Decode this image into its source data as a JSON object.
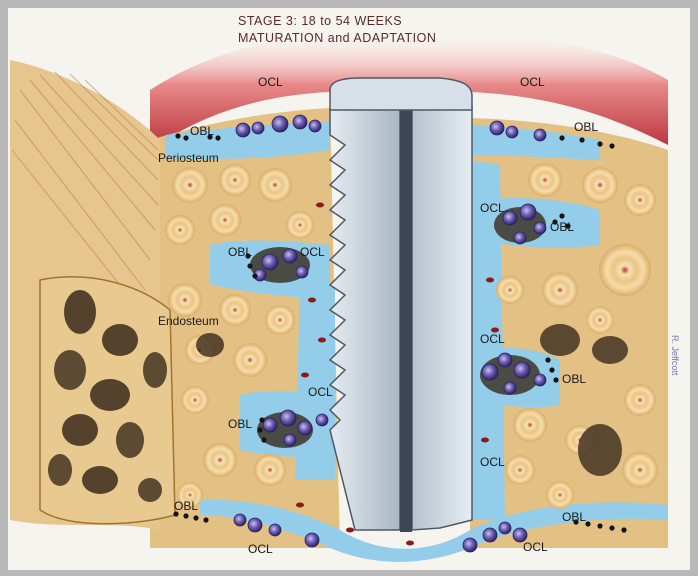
{
  "title": {
    "line1": "STAGE 3:  18 to 54 WEEKS",
    "line2": "MATURATION and ADAPTATION"
  },
  "labels": {
    "ocl_top_left": "OCL",
    "ocl_top_right": "OCL",
    "obl_top_left": "OBL",
    "obl_top_right": "OBL",
    "periosteum": "Periosteum",
    "obl_mid_left": "OBL",
    "ocl_mid_left": "OCL",
    "ocl_upper_right": "OCL",
    "obl_upper_right": "OBL",
    "endosteum": "Endosteum",
    "ocl_lower_left": "OCL",
    "obl_lower_left": "OBL",
    "ocl_mid_right": "OCL",
    "obl_mid_right": "OBL",
    "ocl_low_right": "OCL",
    "obl_bottom_left": "OBL",
    "ocl_bottom_left": "OCL",
    "obl_bottom_right": "OBL",
    "ocl_bottom_right": "OCL"
  },
  "signature": "R. Jeffcott",
  "colors": {
    "frame": "#b8b8b8",
    "background": "#f6f4ef",
    "soft_tissue": "#c0444a",
    "bone": "#e8c88c",
    "osteon": "#f2d9a4",
    "marrow_space": "#8ecbe8",
    "implant": "#c9d2da",
    "implant_dark": "#3c4656",
    "osteoclast": "#6a5aa8",
    "osteoblast": "#1a1a1a"
  }
}
